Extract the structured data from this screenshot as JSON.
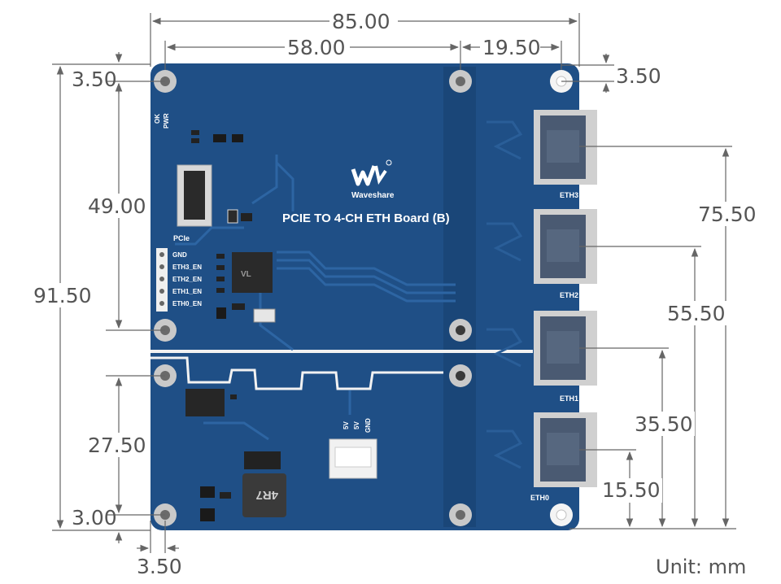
{
  "dimensions": {
    "overall_width": "85.00",
    "hole_span": "58.00",
    "right_offset": "19.50",
    "top_left_edge": "3.50",
    "top_right_edge": "3.50",
    "upper_height": "49.00",
    "overall_height": "91.50",
    "lower_height": "27.50",
    "bottom_edge": "3.00",
    "bottom_left_edge": "3.50",
    "eth3_height": "75.50",
    "eth2_height": "55.50",
    "eth1_height": "35.50",
    "eth0_height": "15.50"
  },
  "unit_label": "Unit: mm",
  "board": {
    "title": "PCIE TO 4-CH ETH Board (B)",
    "brand": "Waveshare",
    "pcie_label": "PCIe",
    "led_labels": [
      "OK",
      "PWR"
    ],
    "header_pins": [
      "GND",
      "ETH3_EN",
      "ETH2_EN",
      "ETH1_EN",
      "ETH0_EN"
    ],
    "power_pins": [
      "5V",
      "5V",
      "GND"
    ],
    "inductor_label": "4R7",
    "ports": [
      "ETH3",
      "ETH2",
      "ETH1",
      "ETH0"
    ]
  },
  "colors": {
    "pcb": "#1f4f86",
    "pcb_dark": "#17406f",
    "dimension_line": "#666666"
  }
}
